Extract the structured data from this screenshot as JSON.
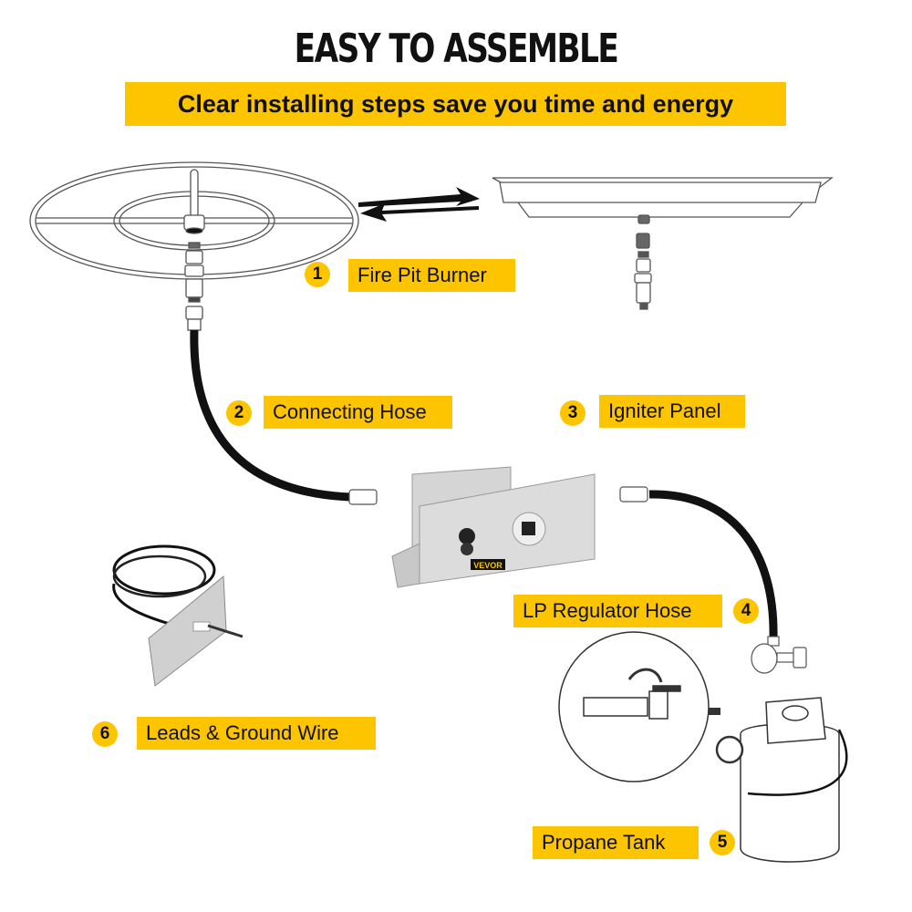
{
  "header": {
    "title": "EASY TO ASSEMBLE",
    "subtitle": "Clear installing steps save you time and energy"
  },
  "brand_color": "#fdc400",
  "components": [
    {
      "number": "1",
      "label": "Fire Pit Burner"
    },
    {
      "number": "2",
      "label": "Connecting Hose"
    },
    {
      "number": "3",
      "label": "Igniter Panel"
    },
    {
      "number": "4",
      "label": "LP Regulator Hose"
    },
    {
      "number": "5",
      "label": "Propane Tank"
    },
    {
      "number": "6",
      "label": "Leads & Ground Wire"
    }
  ],
  "igniter_brand": "VEVOR"
}
